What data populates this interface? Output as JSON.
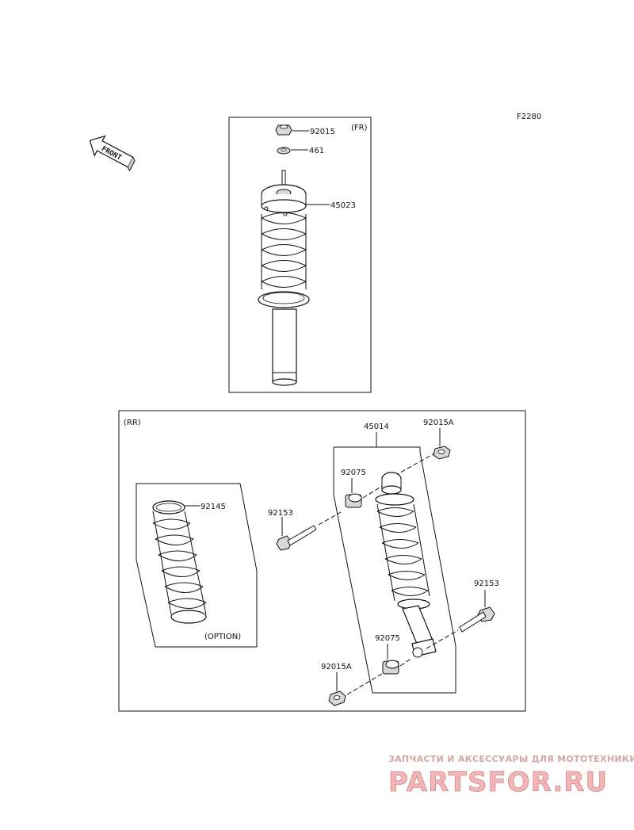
{
  "figure_code": "F2280",
  "front_label": "FRONT",
  "sections": {
    "front": {
      "tag": "(FR)"
    },
    "rear": {
      "tag": "(RR)",
      "option_label": "(OPTION)"
    }
  },
  "part_labels": {
    "p92015": "92015",
    "p461": "461",
    "p45023": "45023",
    "p45014": "45014",
    "p92015a_top": "92015A",
    "p92075_top": "92075",
    "p92153_left": "92153",
    "p92145": "92145",
    "p92153_right": "92153",
    "p92075_bottom": "92075",
    "p92015a_bottom": "92015A"
  },
  "watermark": {
    "line1": "ЗАПЧАСТИ И АКСЕССУАРЫ ДЛЯ МОТОТЕХНИКИ",
    "line2": "PARTSFOR.RU"
  }
}
